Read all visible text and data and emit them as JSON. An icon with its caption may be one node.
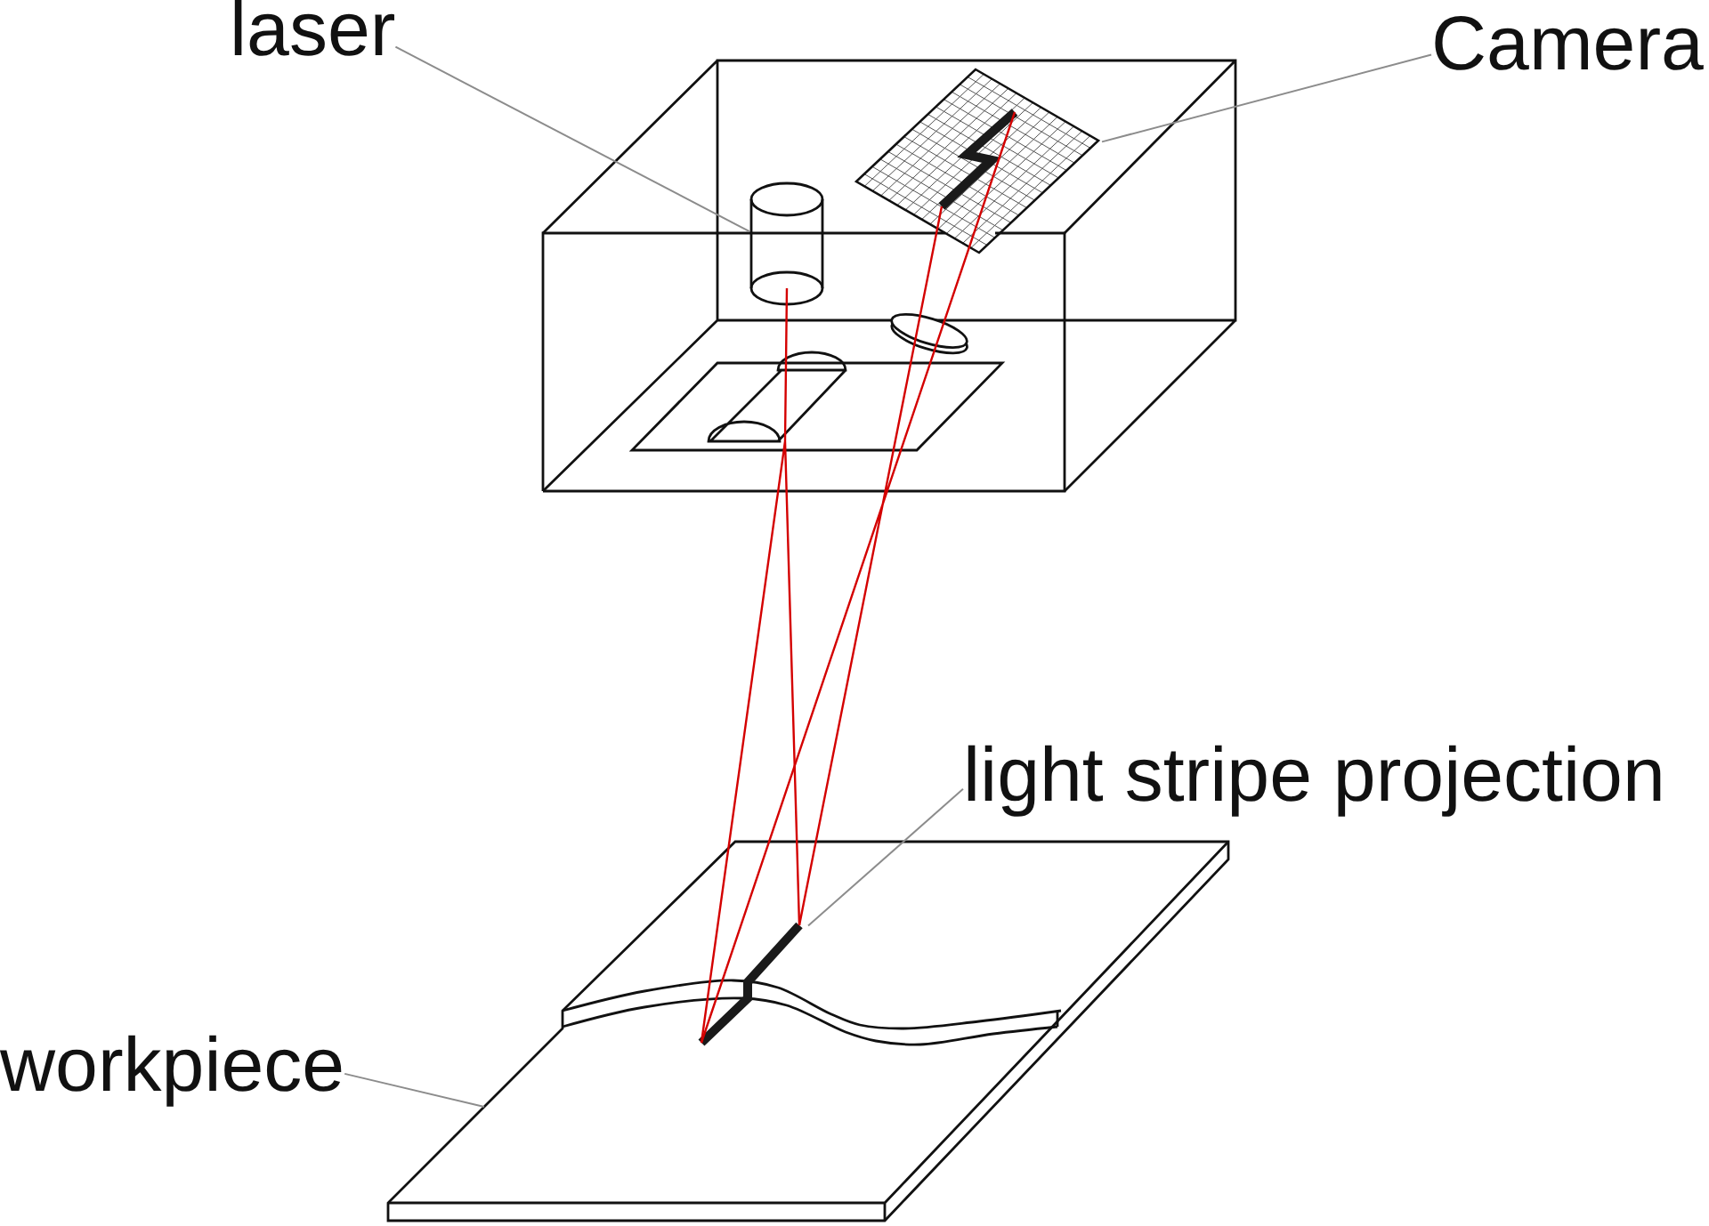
{
  "diagram": {
    "nodes": [
      {
        "text": [
          "laser"
        ]
      },
      {
        "text": [
          "Camera"
        ]
      },
      {
        "text": [
          "light stripe projection"
        ]
      },
      {
        "text": [
          "workpiece"
        ]
      },
      {
        "text": [],
        "shape": "cylinder"
      },
      {
        "text": [],
        "shape": "picture"
      },
      {
        "text": [],
        "shape": "picture"
      },
      {
        "text": [],
        "shape": "bar",
        "in": 6
      }
    ],
    "edges": [
      {
        "from": 0,
        "to": 4,
        "arrow": "none"
      },
      {
        "from": 1,
        "to": 5,
        "arrow": "none"
      },
      {
        "from": 2,
        "to": 7,
        "arrow": "none"
      },
      {
        "from": 3,
        "to": 6,
        "arrow": "none"
      }
    ]
  }
}
